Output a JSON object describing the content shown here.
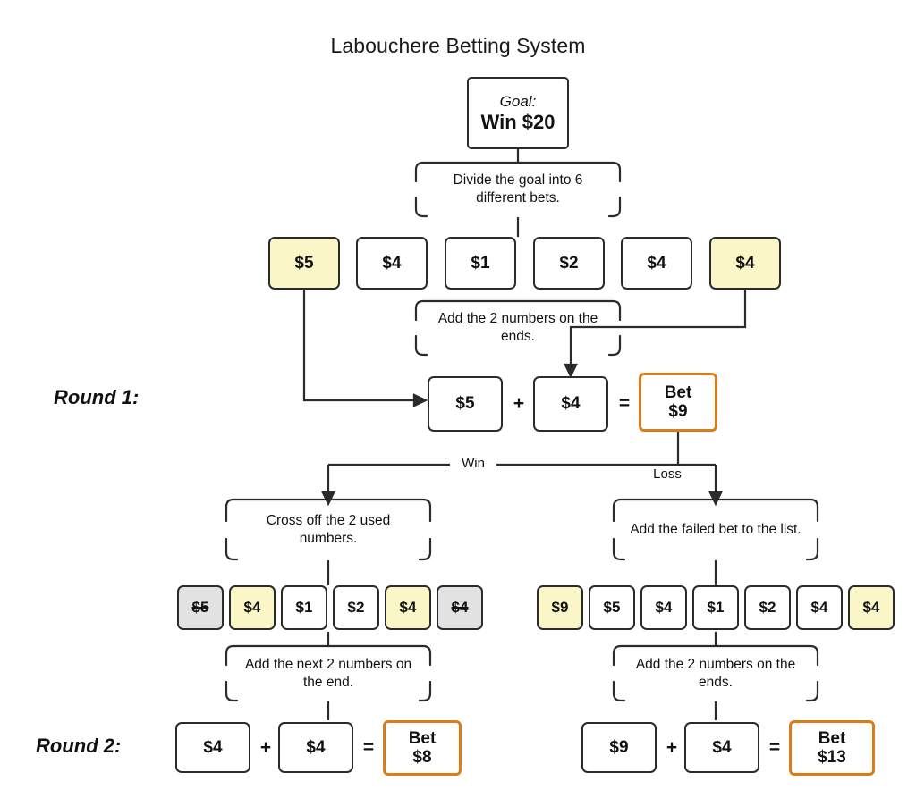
{
  "title": "Labouchere Betting System",
  "goal": {
    "label": "Goal:",
    "value": "Win $20"
  },
  "notes": {
    "divide": "Divide the goal into 6 different bets.",
    "add_ends_1": "Add the 2 numbers on the ends.",
    "cross_off": "Cross off the 2 used numbers.",
    "add_failed": "Add the failed bet to the list.",
    "add_next_2": "Add the next 2 numbers on the end.",
    "add_ends_2": "Add the 2 numbers on the ends."
  },
  "rounds": {
    "round1_label": "Round 1:",
    "round2_label": "Round 2:"
  },
  "branch_labels": {
    "win": "Win",
    "loss": "Loss"
  },
  "operators": {
    "plus": "+",
    "equals": "="
  },
  "initial_list": [
    {
      "value": "$5",
      "state": "highlight"
    },
    {
      "value": "$4",
      "state": "normal"
    },
    {
      "value": "$1",
      "state": "normal"
    },
    {
      "value": "$2",
      "state": "normal"
    },
    {
      "value": "$4",
      "state": "normal"
    },
    {
      "value": "$4",
      "state": "highlight"
    }
  ],
  "win_list": [
    {
      "value": "$5",
      "state": "crossed"
    },
    {
      "value": "$4",
      "state": "highlight"
    },
    {
      "value": "$1",
      "state": "normal"
    },
    {
      "value": "$2",
      "state": "normal"
    },
    {
      "value": "$4",
      "state": "highlight"
    },
    {
      "value": "$4",
      "state": "crossed"
    }
  ],
  "loss_list": [
    {
      "value": "$9",
      "state": "highlight"
    },
    {
      "value": "$5",
      "state": "normal"
    },
    {
      "value": "$4",
      "state": "normal"
    },
    {
      "value": "$1",
      "state": "normal"
    },
    {
      "value": "$2",
      "state": "normal"
    },
    {
      "value": "$4",
      "state": "normal"
    },
    {
      "value": "$4",
      "state": "highlight"
    }
  ],
  "round1_equation": {
    "a": "$5",
    "b": "$4",
    "bet_label": "Bet",
    "bet_value": "$9"
  },
  "round2_win_equation": {
    "a": "$4",
    "b": "$4",
    "bet_label": "Bet",
    "bet_value": "$8"
  },
  "round2_loss_equation": {
    "a": "$9",
    "b": "$4",
    "bet_label": "Bet",
    "bet_value": "$13"
  },
  "colors": {
    "highlight": "#FAF6C8",
    "crossed": "#E2E2E2",
    "bet_border": "#DD7B17",
    "stroke": "#2B2B2B",
    "background": "#FFFFFF"
  }
}
